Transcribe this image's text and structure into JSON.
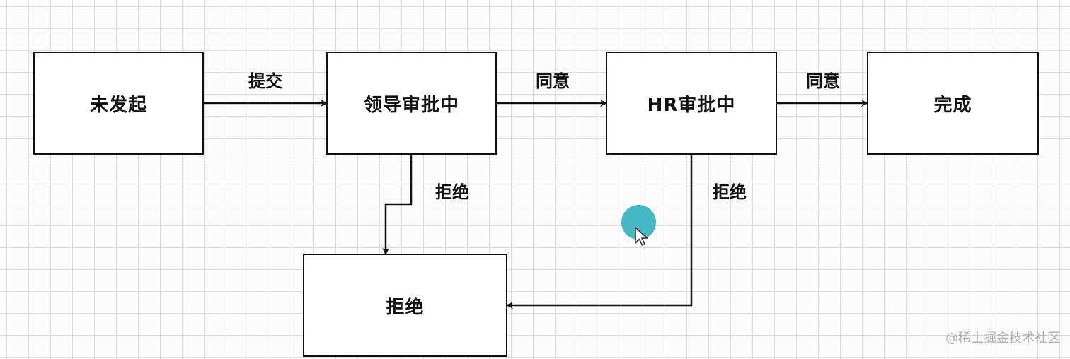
{
  "nodes": {
    "not_started": "未发起",
    "leader_review": "领导审批中",
    "hr_review": "HR审批中",
    "done": "完成",
    "rejected": "拒绝"
  },
  "edges": {
    "submit": "提交",
    "approve_leader": "同意",
    "approve_hr": "同意",
    "reject_leader": "拒绝",
    "reject_hr": "拒绝"
  },
  "watermark": "@稀土掘金技术社区",
  "colors": {
    "stroke": "#111111",
    "grid": "#dedede",
    "background": "#fbfbfb",
    "cursor_highlight": "#46b8c4",
    "watermark": "#b0b0b0"
  }
}
